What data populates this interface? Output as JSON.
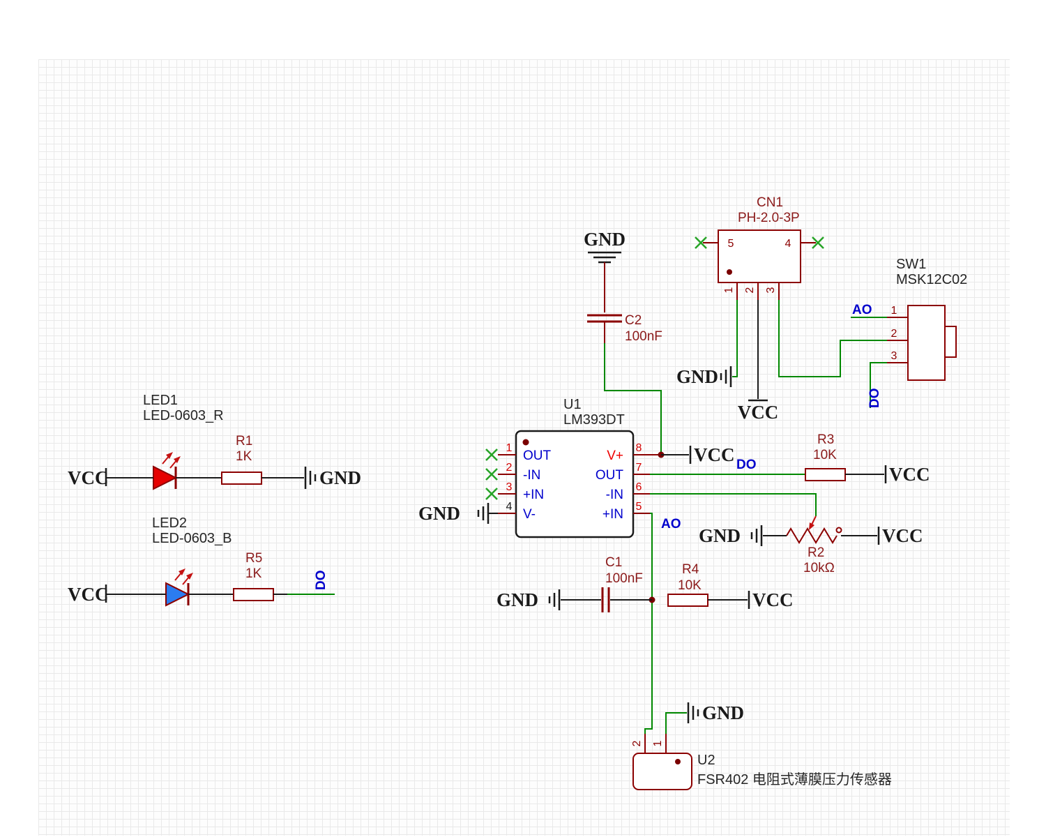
{
  "colors": {
    "wire_green": "#008800",
    "wire_black": "#1a1a1a",
    "symbol_outline": "#8b0000",
    "pin_number_red": "#d40000",
    "pin_name_blue": "#0000cc",
    "net_label_blue": "#0000cc",
    "vplus_red": "#ee0000",
    "no_connect_x": "#27a427",
    "led1_fill": "#e60000",
    "led2_fill": "#2b7cf0",
    "grid_line": "#e9e9e9"
  },
  "labels": {
    "vcc": "VCC",
    "gnd": "GND",
    "ao": "AO",
    "do": "DO"
  },
  "components": {
    "led1": {
      "designator": "LED1",
      "value": "LED-0603_R"
    },
    "led2": {
      "designator": "LED2",
      "value": "LED-0603_B"
    },
    "r1": {
      "designator": "R1",
      "value": "1K"
    },
    "r5": {
      "designator": "R5",
      "value": "1K"
    },
    "r3": {
      "designator": "R3",
      "value": "10K"
    },
    "r4": {
      "designator": "R4",
      "value": "10K"
    },
    "r2": {
      "designator": "R2",
      "value": "10kΩ"
    },
    "c1": {
      "designator": "C1",
      "value": "100nF"
    },
    "c2": {
      "designator": "C2",
      "value": "100nF"
    },
    "u1": {
      "designator": "U1",
      "value": "LM393DT",
      "pins": {
        "p1": "1",
        "p2": "2",
        "p3": "3",
        "p4": "4",
        "p5": "5",
        "p6": "6",
        "p7": "7",
        "p8": "8"
      },
      "names": {
        "out_l": "OUT",
        "minus_l": "-IN",
        "plus_l": "+IN",
        "vminus": "V-",
        "vplus": "V+",
        "out_r": "OUT",
        "minus_r": "-IN",
        "plus_r": "+IN"
      }
    },
    "cn1": {
      "designator": "CN1",
      "value": "PH-2.0-3P",
      "pins": {
        "p1": "1",
        "p2": "2",
        "p3": "3",
        "p4": "4",
        "p5": "5"
      }
    },
    "sw1": {
      "designator": "SW1",
      "value": "MSK12C02",
      "pins": {
        "p1": "1",
        "p2": "2",
        "p3": "3"
      }
    },
    "u2": {
      "designator": "U2",
      "value": "FSR402 电阻式薄膜压力传感器",
      "pins": {
        "p1": "1",
        "p2": "2"
      }
    }
  }
}
